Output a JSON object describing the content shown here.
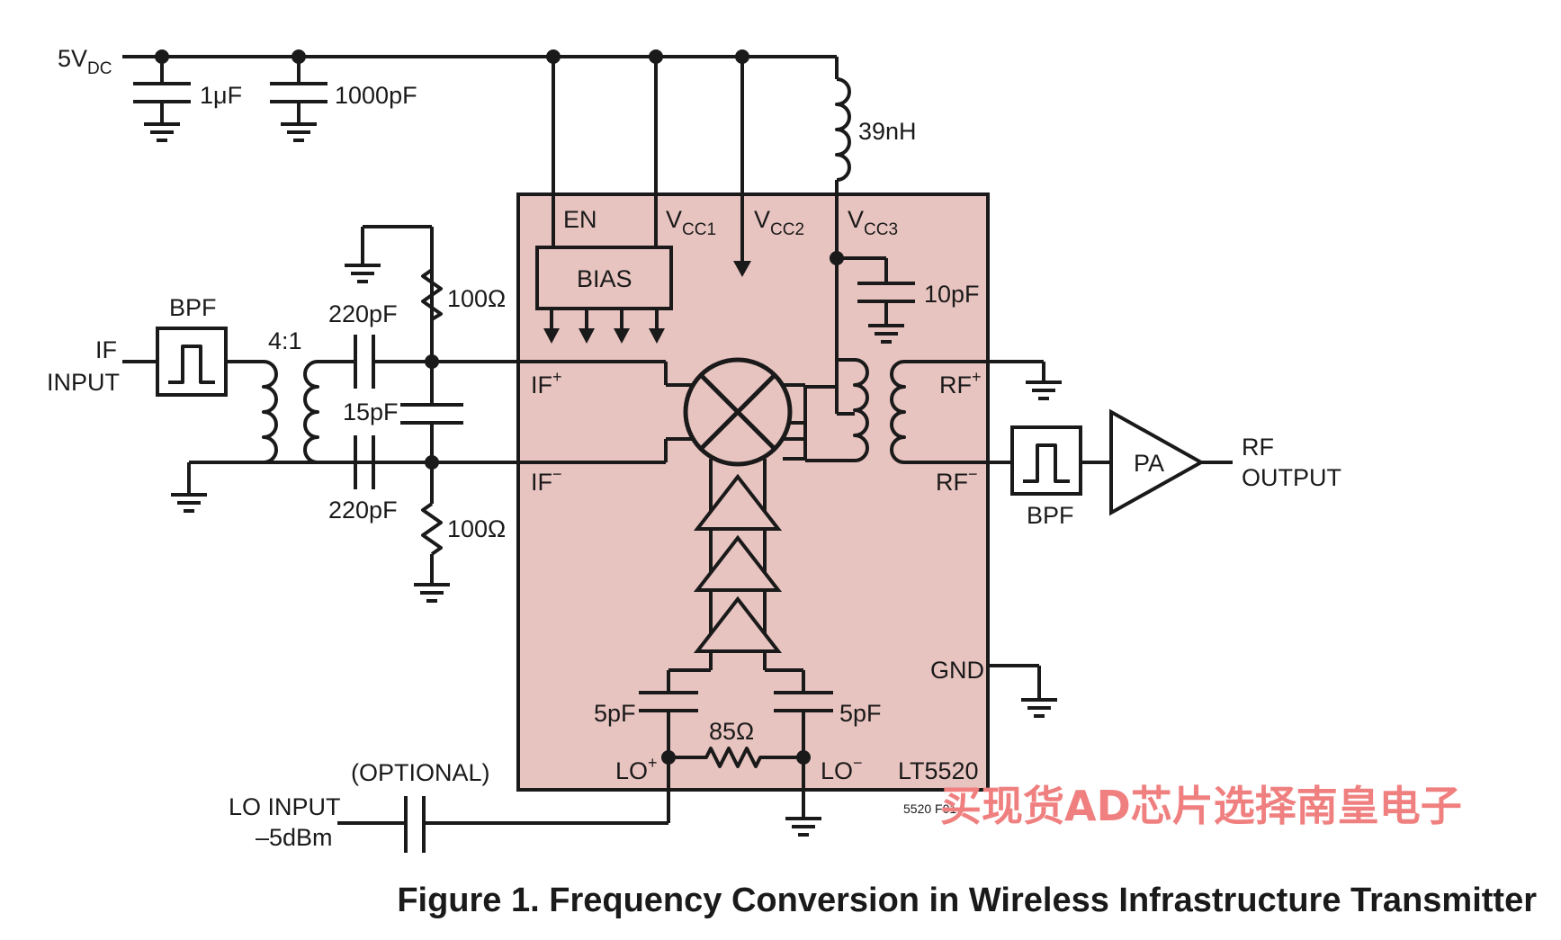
{
  "colors": {
    "chip_fill": "#e8c4c0",
    "wire": "#1a1a1a",
    "watermark": "#f08080"
  },
  "supply": {
    "label": "5V",
    "sub": "DC"
  },
  "capacitors": {
    "c_1uf": "1μF",
    "c_1000pf": "1000pF",
    "c_220pf_top": "220pF",
    "c_220pf_bottom": "220pF",
    "c_15pf": "15pF",
    "c_10pf": "10pF",
    "c_5pf_left": "5pF",
    "c_5pf_right": "5pF"
  },
  "inductor": {
    "value": "39nH"
  },
  "resistors": {
    "r_top": "100Ω",
    "r_bottom": "100Ω",
    "r_lo": "85Ω"
  },
  "if_input": {
    "line1": "IF",
    "line2": "INPUT"
  },
  "filters": {
    "if_bpf": "BPF",
    "rf_bpf": "BPF"
  },
  "transformer": {
    "ratio": "4:1"
  },
  "chip": {
    "part": "LT5520",
    "pins": {
      "en": "EN",
      "vcc1": {
        "main": "V",
        "sub": "CC1"
      },
      "vcc2": {
        "main": "V",
        "sub": "CC2"
      },
      "vcc3": {
        "main": "V",
        "sub": "CC3"
      },
      "if_plus": {
        "main": "IF",
        "sup": "+"
      },
      "if_minus": {
        "main": "IF",
        "sup": "−"
      },
      "rf_plus": {
        "main": "RF",
        "sup": "+"
      },
      "rf_minus": {
        "main": "RF",
        "sup": "−"
      },
      "lo_plus": {
        "main": "LO",
        "sup": "+"
      },
      "lo_minus": {
        "main": "LO",
        "sup": "−"
      },
      "gnd": "GND"
    },
    "bias_block": "BIAS"
  },
  "amplifier": {
    "label": "PA"
  },
  "rf_output": {
    "line1": "RF",
    "line2": "OUTPUT"
  },
  "lo_input": {
    "optional": "(OPTIONAL)",
    "line1": "LO INPUT",
    "line2": "–5dBm"
  },
  "figure_code": "5520 F01",
  "caption": "Figure 1. Frequency Conversion in Wireless Infrastructure Transmitter",
  "watermark": "买现货AD芯片选择南皇电子"
}
